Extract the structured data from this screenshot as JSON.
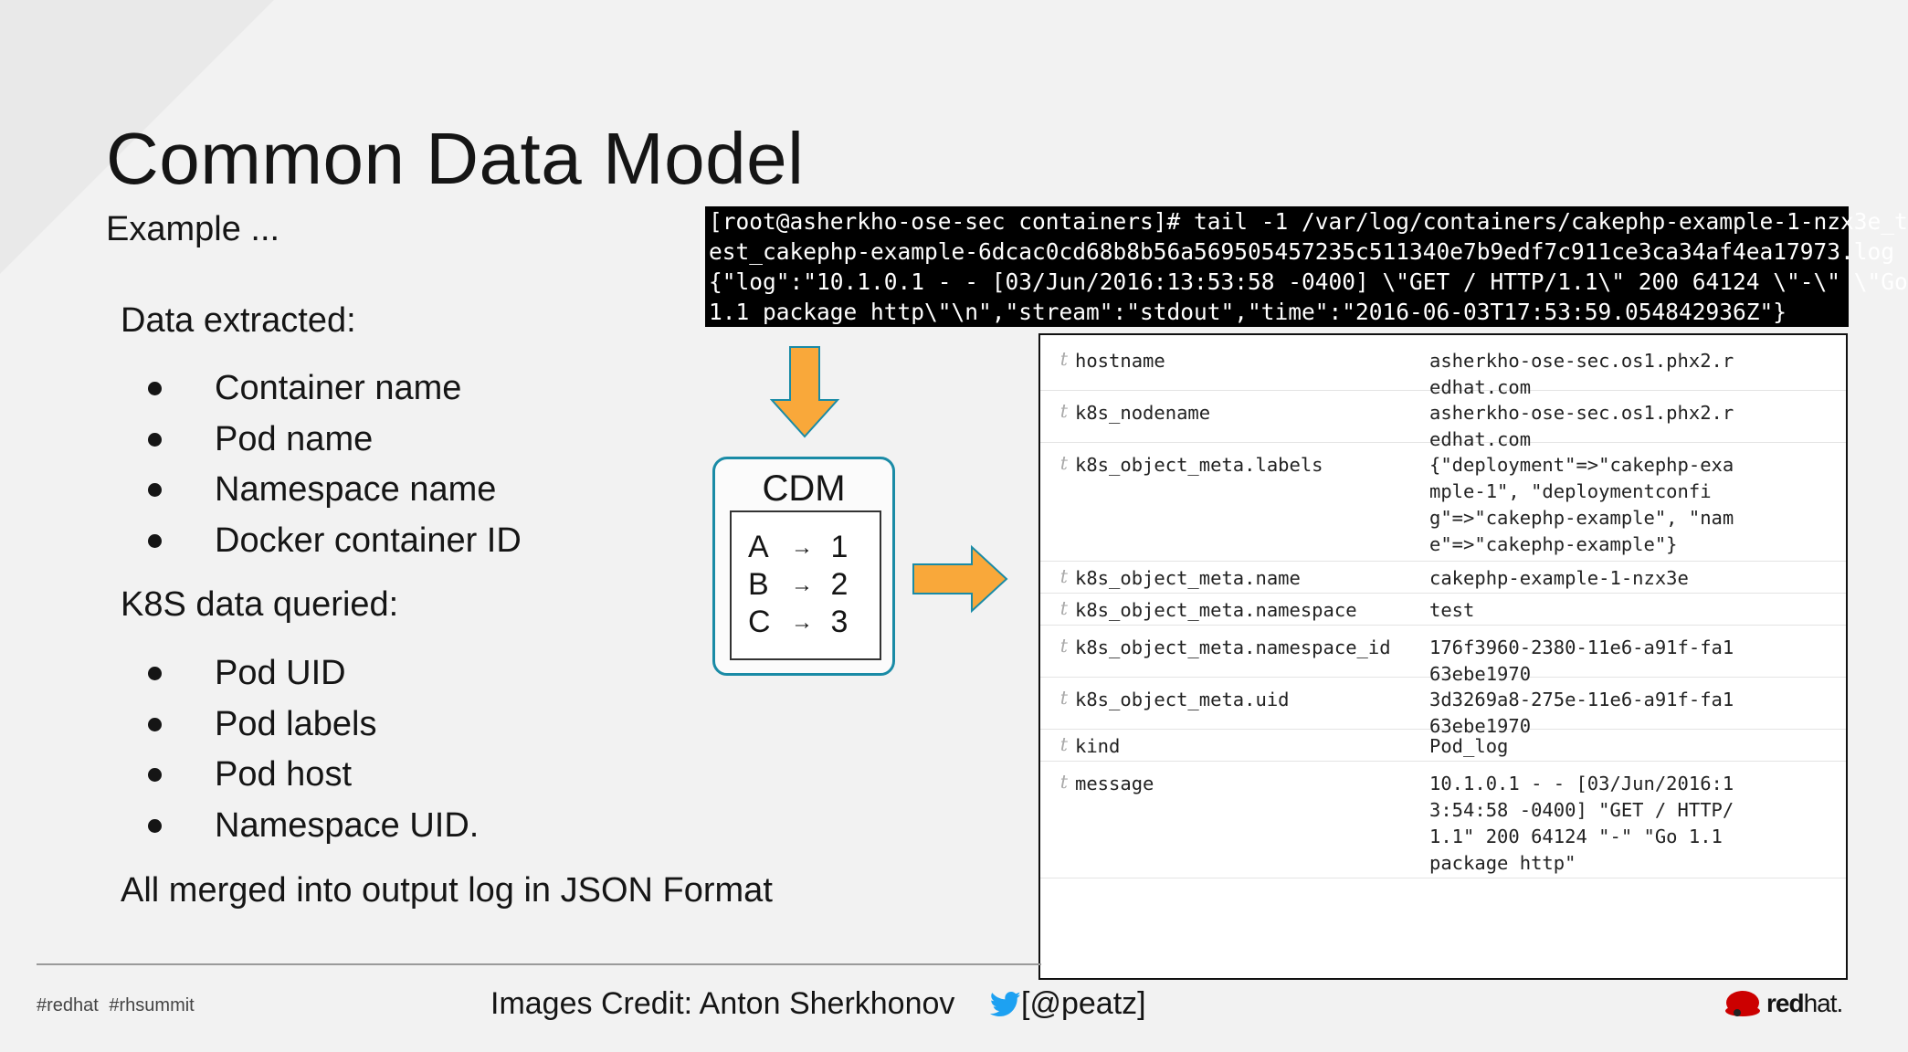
{
  "slide": {
    "title": "Common Data Model",
    "subtitle": "Example ...",
    "extracted": {
      "heading": "Data extracted:",
      "items": [
        "Container name",
        "Pod name",
        "Namespace name",
        "Docker container ID"
      ]
    },
    "queried": {
      "heading": "K8S data queried:",
      "items": [
        "Pod UID",
        "Pod labels",
        "Pod host",
        "Namespace UID."
      ]
    },
    "conclusion": "All merged into output log in JSON Format"
  },
  "terminal": {
    "lines": [
      "[root@asherkho-ose-sec containers]# tail -1 /var/log/containers/cakephp-example-1-nzx3e_t",
      "est_cakephp-example-6dcac0cd68b8b56a569505457235c511340e7b9edf7c911ce3ca34af4ea17973.log",
      "{\"log\":\"10.1.0.1 - - [03/Jun/2016:13:53:58 -0400] \\\"GET / HTTP/1.1\\\" 200 64124 \\\"-\\\" \\\"Go",
      " 1.1 package http\\\"\\n\",\"stream\":\"stdout\",\"time\":\"2016-06-03T17:53:59.054842936Z\"}"
    ]
  },
  "cdm": {
    "title": "CDM",
    "mappings": [
      {
        "key": "A",
        "arrow": "→",
        "value": "1"
      },
      {
        "key": "B",
        "arrow": "→",
        "value": "2"
      },
      {
        "key": "C",
        "arrow": "→",
        "value": "3"
      }
    ]
  },
  "table": {
    "type_marker": "t",
    "rows": [
      {
        "key": "hostname",
        "value": "asherkho-ose-sec.os1.phx2.r\nedhat.com"
      },
      {
        "key": "k8s_nodename",
        "value": "asherkho-ose-sec.os1.phx2.r\nedhat.com"
      },
      {
        "key": "k8s_object_meta.labels",
        "value": "{\"deployment\"=>\"cakephp-exa\nmple-1\", \"deploymentconfi\ng\"=>\"cakephp-example\", \"nam\ne\"=>\"cakephp-example\"}"
      },
      {
        "key": "k8s_object_meta.name",
        "value": "cakephp-example-1-nzx3e"
      },
      {
        "key": "k8s_object_meta.namespace",
        "value": "test"
      },
      {
        "key": "k8s_object_meta.namespace_id",
        "value": "176f3960-2380-11e6-a91f-fa1\n63ebe1970"
      },
      {
        "key": "k8s_object_meta.uid",
        "value": "3d3269a8-275e-11e6-a91f-fa1\n63ebe1970"
      },
      {
        "key": "kind",
        "value": "Pod_log"
      },
      {
        "key": "message",
        "value": "10.1.0.1 - - [03/Jun/2016:1\n3:54:58 -0400] \"GET / HTTP/\n1.1\" 200 64124 \"-\" \"Go 1.1\npackage http\""
      }
    ]
  },
  "footer": {
    "hashtags": "#redhat #rhsummit",
    "credit": "Images Credit: Anton Sherkhonov",
    "handle": "[@peatz]",
    "brand_bold": "red",
    "brand_rest": "hat."
  },
  "colors": {
    "arrow_fill": "#f9a83a",
    "arrow_stroke": "#1a8ba6",
    "cdm_border": "#1a8ba6",
    "twitter": "#1da1f2",
    "redhat_red": "#cc0000"
  }
}
